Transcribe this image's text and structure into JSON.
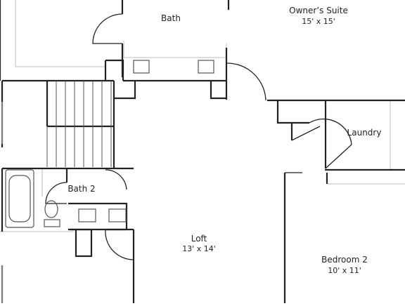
{
  "floor_plan": {
    "rooms": [
      {
        "id": "bath",
        "name": "Bath",
        "dims": ""
      },
      {
        "id": "owners-suite",
        "name": "Owner’s Suite",
        "dims": "15' x 15'"
      },
      {
        "id": "laundry",
        "name": "Laundry",
        "dims": ""
      },
      {
        "id": "bath-2",
        "name": "Bath 2",
        "dims": ""
      },
      {
        "id": "loft",
        "name": "Loft",
        "dims": "13' x 14'"
      },
      {
        "id": "bedroom-2",
        "name": "Bedroom 2",
        "dims": "10' x 11'"
      }
    ],
    "colors": {
      "wall": "#222222",
      "fixture": "#555555",
      "light_line": "#bdbdbd",
      "background": "#ffffff"
    }
  }
}
